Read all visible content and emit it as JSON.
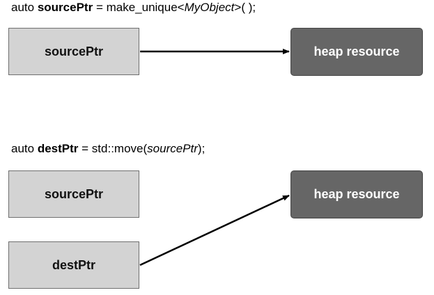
{
  "section1": {
    "code": {
      "keyword": "auto",
      "var_name": "sourcePtr",
      "assign": "= make_unique<",
      "type_name": "MyObject",
      "tail": ">( );"
    },
    "source_box": "sourcePtr",
    "heap_box": "heap resource"
  },
  "section2": {
    "code": {
      "keyword": "auto",
      "var_name": "destPtr",
      "assign": "= std::move(",
      "arg": "sourcePtr",
      "tail": ");"
    },
    "source_box": "sourcePtr",
    "dest_box": "destPtr",
    "heap_box": "heap resource"
  },
  "colors": {
    "pointer_box_fill": "#d3d3d3",
    "heap_box_fill": "#666666",
    "arrow": "#000000"
  }
}
